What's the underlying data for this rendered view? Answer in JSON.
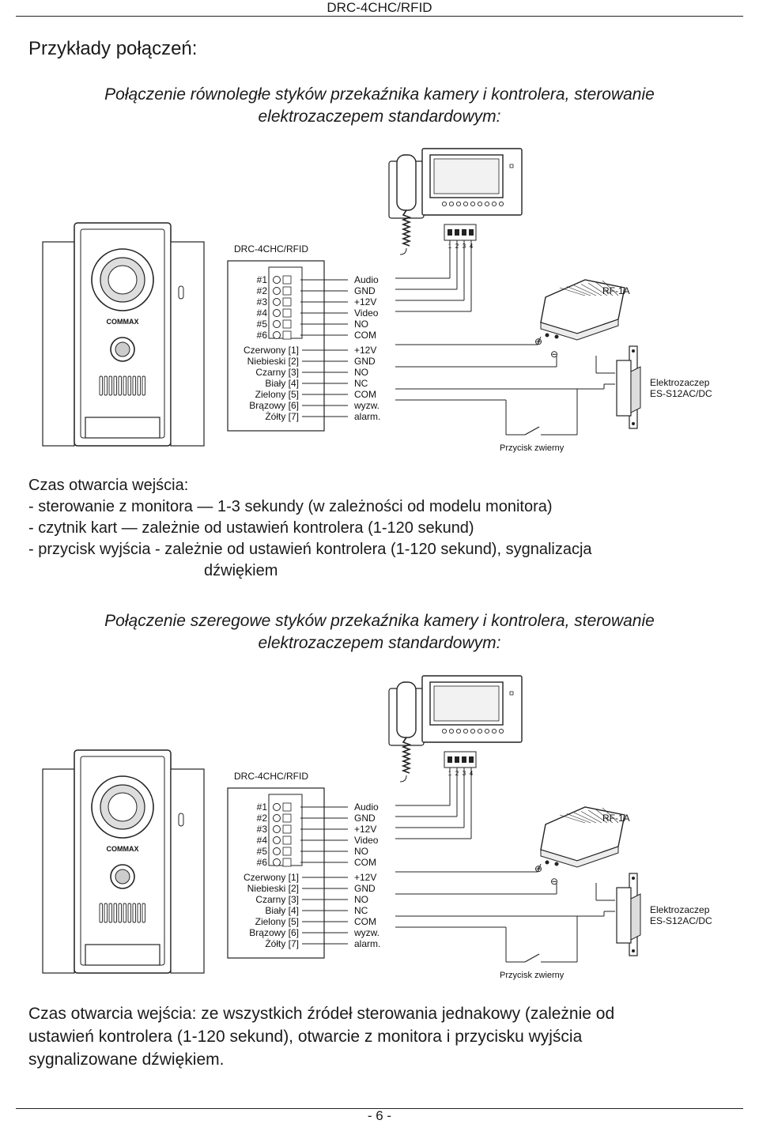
{
  "header": {
    "model": "DRC-4CHC/RFID"
  },
  "section_title": "Przykłady połączeń:",
  "parallel": {
    "heading_line1": "Połączenie równoległe styków przekaźnika kamery i kontrolera, sterowanie",
    "heading_line2": "elektrozaczepem standardowym:",
    "times": [
      "Czas otwarcia wejścia:",
      "- sterowanie z monitora — 1-3 sekundy (w zależności od modelu monitora)",
      "- czytnik kart — zależnie od ustawień kontrolera (1-120 sekund)",
      "- przycisk wyjścia - zależnie od ustawień kontrolera (1-120 sekund), sygnalizacja",
      "dźwiękiem"
    ]
  },
  "serial": {
    "heading_line1": "Połączenie szeregowe styków przekaźnika kamery i kontrolera, sterowanie",
    "heading_line2": "elektrozaczepem standardowym:",
    "time_line1": "Czas otwarcia wejścia: ze wszystkich źródeł sterowania jednakowy (zależnie od",
    "time_line2": "ustawień kontrolera (1-120 sekund), otwarcie z monitora i przycisku wyjścia",
    "time_line3": "sygnalizowane dźwiękiem."
  },
  "diagram": {
    "device_label": "DRC-4CHC/RFID",
    "brand": "COMMAX",
    "terminals": [
      "#1",
      "#2",
      "#3",
      "#4",
      "#5",
      "#6"
    ],
    "terminal_signals": [
      "Audio",
      "GND",
      "+12V",
      "Video",
      "NO",
      "COM"
    ],
    "wires": [
      "Czerwony [1]",
      "Niebieski [2]",
      "Czarny [3]",
      "Biały [4]",
      "Zielony [5]",
      "Brązowy [6]",
      "Żółty [7]"
    ],
    "wire_signals": [
      "+12V",
      "GND",
      "NO",
      "NC",
      "COM",
      "wyzw.",
      "alarm."
    ],
    "monitor_terminals": [
      "1",
      "2",
      "3",
      "4"
    ],
    "power_supply": "RF-1A",
    "plus_sign": "⊕",
    "minus_sign": "⊖",
    "lock_label_1": "Elektrozaczep",
    "lock_label_2": "ES-S12AC/DC",
    "button_label": "Przycisk zwierny"
  },
  "footer": {
    "page": "- 6 -"
  }
}
